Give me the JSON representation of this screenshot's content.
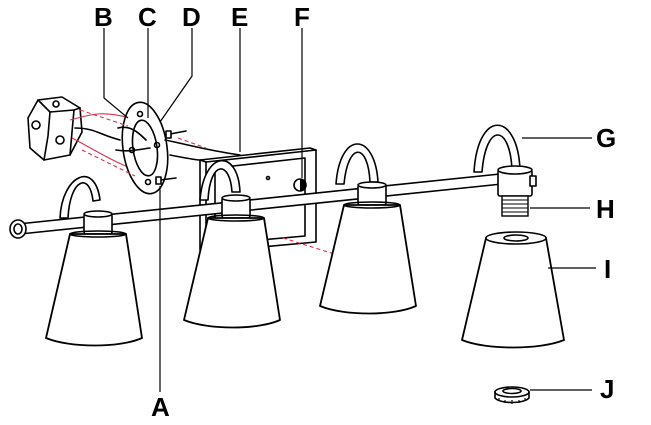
{
  "diagram": {
    "parts": [
      {
        "key": "A",
        "label": "A"
      },
      {
        "key": "B",
        "label": "B"
      },
      {
        "key": "C",
        "label": "C"
      },
      {
        "key": "D",
        "label": "D"
      },
      {
        "key": "E",
        "label": "E"
      },
      {
        "key": "F",
        "label": "F"
      },
      {
        "key": "G",
        "label": "G"
      },
      {
        "key": "H",
        "label": "H"
      },
      {
        "key": "I",
        "label": "I"
      },
      {
        "key": "J",
        "label": "J"
      }
    ],
    "colors": {
      "line": "#000000",
      "wire": "#d9304a",
      "background": "#ffffff"
    }
  }
}
